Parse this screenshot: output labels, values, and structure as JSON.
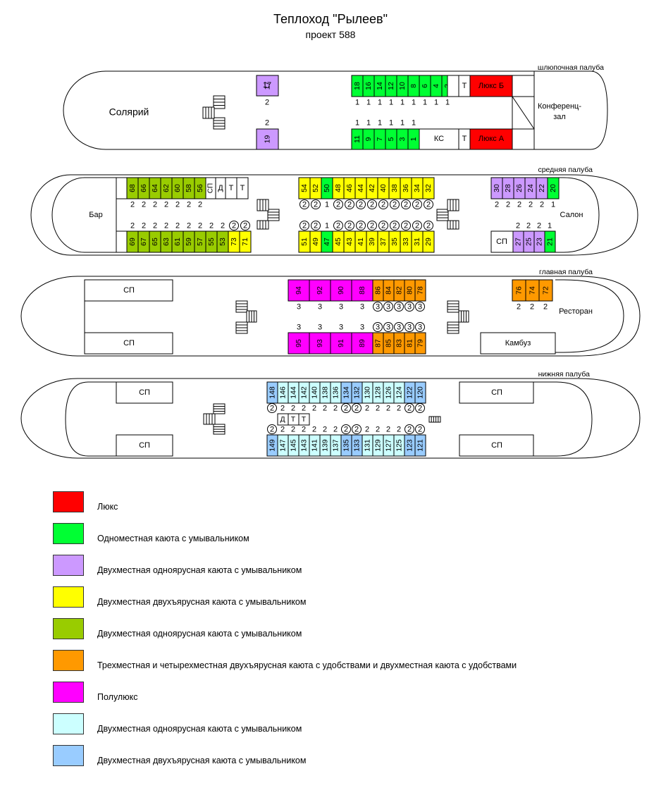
{
  "header": {
    "title": "Теплоход \"Рылеев\"",
    "subtitle": "проект 588"
  },
  "colors": {
    "lux": "#ff0000",
    "single": "#00ff33",
    "lilac": "#cc99ff",
    "yellow": "#ffff00",
    "olive": "#99cc00",
    "orange": "#ff9900",
    "magenta": "#ff00ff",
    "cyan": "#ccffff",
    "blue": "#99ccff",
    "white": "#ffffff"
  },
  "decks": {
    "boat": {
      "label": "шлюпочная палуба",
      "solarium": "Солярий",
      "conference": [
        "Конференц-",
        "зал"
      ],
      "lux_b": "Люкс Б",
      "lux_a": "Люкс А",
      "ks": "КС",
      "t": "Т",
      "cabins_top": [
        "18",
        "16",
        "14",
        "12",
        "10",
        "8",
        "6",
        "4",
        "2"
      ],
      "cabins_bottom": [
        "11",
        "9",
        "7",
        "5",
        "3",
        "1"
      ],
      "places_top": [
        "1",
        "1",
        "1",
        "1",
        "1",
        "1",
        "1",
        "1",
        "1"
      ],
      "places_bottom": [
        "1",
        "1",
        "1",
        "1",
        "1",
        "1"
      ],
      "cabin_17": "17",
      "cabin_19": "19",
      "places_17": "2",
      "places_19": "2"
    },
    "middle": {
      "label": "средняя палуба",
      "bar": "Бар",
      "salon": "Салон",
      "sp": "СП",
      "d": "Д",
      "t": "Т",
      "left_top": [
        "68",
        "66",
        "64",
        "62",
        "60",
        "58",
        "56"
      ],
      "left_top_places": [
        "2",
        "2",
        "2",
        "2",
        "2",
        "2",
        "2"
      ],
      "left_bottom": [
        "69",
        "67",
        "65",
        "63",
        "61",
        "59",
        "57",
        "55",
        "53",
        "73",
        "71"
      ],
      "left_bottom_places": [
        "2",
        "2",
        "2",
        "2",
        "2",
        "2",
        "2",
        "2",
        "2",
        "2",
        "2"
      ],
      "center_top": [
        "54",
        "52",
        "50",
        "48",
        "46",
        "44",
        "42",
        "40",
        "38",
        "36",
        "34",
        "32"
      ],
      "center_top_places": [
        "2",
        "2",
        "1",
        "2",
        "2",
        "2",
        "2",
        "2",
        "2",
        "2",
        "2",
        "2"
      ],
      "center_bottom": [
        "51",
        "49",
        "47",
        "45",
        "43",
        "41",
        "39",
        "37",
        "35",
        "33",
        "31",
        "29"
      ],
      "center_bottom_places": [
        "2",
        "2",
        "1",
        "2",
        "2",
        "2",
        "2",
        "2",
        "2",
        "2",
        "2",
        "2"
      ],
      "right_top": [
        "30",
        "28",
        "26",
        "24",
        "22",
        "20"
      ],
      "right_top_places": [
        "2",
        "2",
        "2",
        "2",
        "2",
        "1"
      ],
      "right_bottom": [
        "27",
        "25",
        "23",
        "21"
      ],
      "right_bottom_places": [
        "2",
        "2",
        "2",
        "1"
      ]
    },
    "main": {
      "label": "главная палуба",
      "sp": "СП",
      "restaurant": "Ресторан",
      "galley": "Камбуз",
      "top": [
        "94",
        "92",
        "90",
        "88",
        "86",
        "84",
        "82",
        "80",
        "78"
      ],
      "top_places": [
        "3",
        "3",
        "3",
        "3",
        "3",
        "3",
        "3",
        "3",
        "3"
      ],
      "bottom": [
        "95",
        "93",
        "91",
        "89",
        "87",
        "85",
        "83",
        "81",
        "79"
      ],
      "bottom_places": [
        "3",
        "3",
        "3",
        "3",
        "3",
        "3",
        "3",
        "3",
        "3"
      ],
      "right_top": [
        "76",
        "74",
        "72"
      ],
      "right_top_places": [
        "2",
        "2",
        "2"
      ]
    },
    "lower": {
      "label": "нижняя палуба",
      "sp": "СП",
      "d": "Д",
      "t": "Т",
      "top": [
        "148",
        "146",
        "144",
        "142",
        "140",
        "138",
        "136",
        "134",
        "132",
        "130",
        "128",
        "126",
        "124",
        "122",
        "120"
      ],
      "top_places": [
        "2",
        "2",
        "2",
        "2",
        "2",
        "2",
        "2",
        "2",
        "2",
        "2",
        "2",
        "2",
        "2",
        "2",
        "2"
      ],
      "bottom": [
        "149",
        "147",
        "145",
        "143",
        "141",
        "139",
        "137",
        "135",
        "133",
        "131",
        "129",
        "127",
        "125",
        "123",
        "121"
      ],
      "bottom_places": [
        "2",
        "2",
        "2",
        "2",
        "2",
        "2",
        "2",
        "2",
        "2",
        "2",
        "2",
        "2",
        "2",
        "2",
        "2"
      ]
    }
  },
  "legend": [
    {
      "label": "Люкс",
      "color": "#ff0000"
    },
    {
      "label": "Одноместная каюта с умывальником",
      "color": "#00ff33"
    },
    {
      "label": "Двухместная одноярусная каюта с умывальником",
      "color": "#cc99ff"
    },
    {
      "label": "Двухместная двухъярусная каюта с умывальником",
      "color": "#ffff00"
    },
    {
      "label": "Двухместная одноярусная каюта с умывальником",
      "color": "#99cc00"
    },
    {
      "label": "Трехместная и четырехместная двухъярусная каюта с удобствами и двухместная каюта с удобствами",
      "color": "#ff9900"
    },
    {
      "label": "Полулюкс",
      "color": "#ff00ff"
    },
    {
      "label": "Двухместная одноярусная каюта с умывальником",
      "color": "#ccffff"
    },
    {
      "label": "Двухместная двухъярусная каюта с умывальником",
      "color": "#99ccff"
    }
  ]
}
